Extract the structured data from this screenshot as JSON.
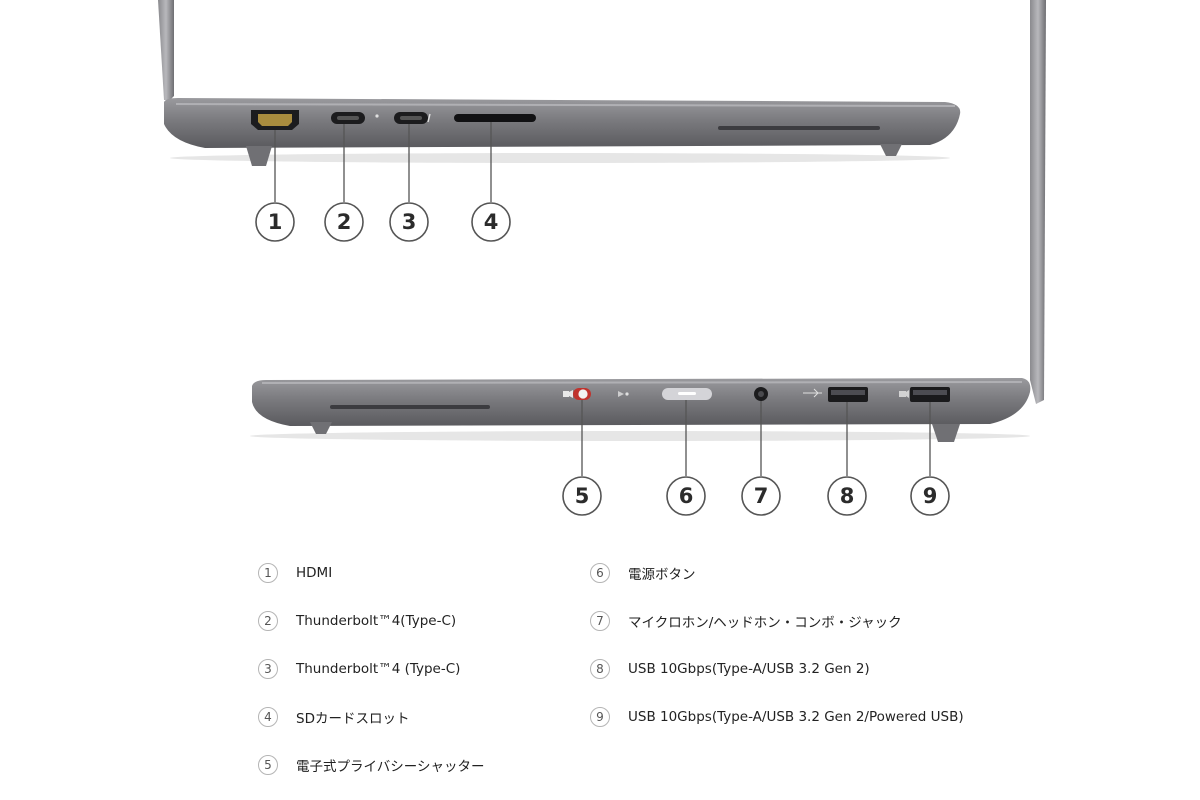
{
  "callouts": [
    {
      "num": "1",
      "label": "HDMI"
    },
    {
      "num": "2",
      "label": "Thunderbolt™4(Type-C)"
    },
    {
      "num": "3",
      "label": "Thunderbolt™4 (Type-C)"
    },
    {
      "num": "4",
      "label": "SDカードスロット"
    },
    {
      "num": "5",
      "label": "電子式プライバシーシャッター"
    },
    {
      "num": "6",
      "label": "電源ボタン"
    },
    {
      "num": "7",
      "label": "マイクロホン/ヘッドホン・コンボ・ジャック"
    },
    {
      "num": "8",
      "label": "USB 10Gbps(Type-A/USB 3.2 Gen 2)"
    },
    {
      "num": "9",
      "label": "USB 10Gbps(Type-A/USB 3.2 Gen 2/Powered USB)"
    }
  ],
  "colors": {
    "chassis": "#7c7c80",
    "chassis_dark": "#5e5e62",
    "shutter_red": "#c0332e",
    "callout_stroke": "#555555"
  }
}
